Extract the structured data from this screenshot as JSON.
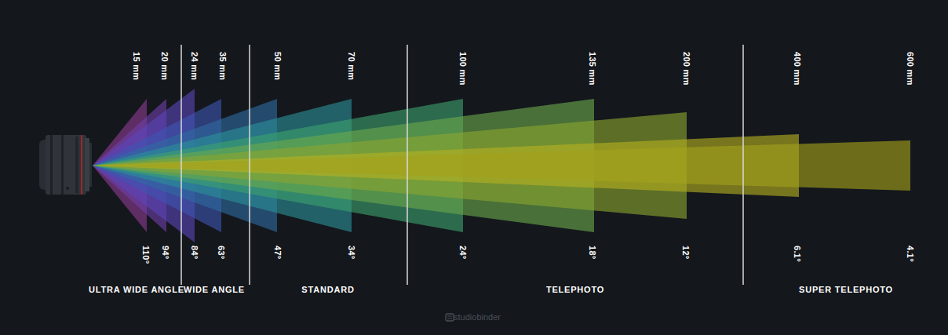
{
  "diagram": {
    "labels": [
      "15 mm",
      "20 mm",
      "24 mm",
      "35 mm",
      "50 mm",
      "70 mm",
      "100 mm",
      "135 mm",
      "200 mm",
      "400 mm",
      "600 mm",
      "110°",
      "94°",
      "84°",
      "63°",
      "47°",
      "34°",
      "24°",
      "18°",
      "12°",
      "6.1°",
      "4.1°",
      "ULTRA WIDE ANGLE",
      "WIDE ANGLE",
      "STANDARD",
      "TELEPHOTO",
      "SUPER TELEPHOTO",
      "studiobinder"
    ]
  }
}
